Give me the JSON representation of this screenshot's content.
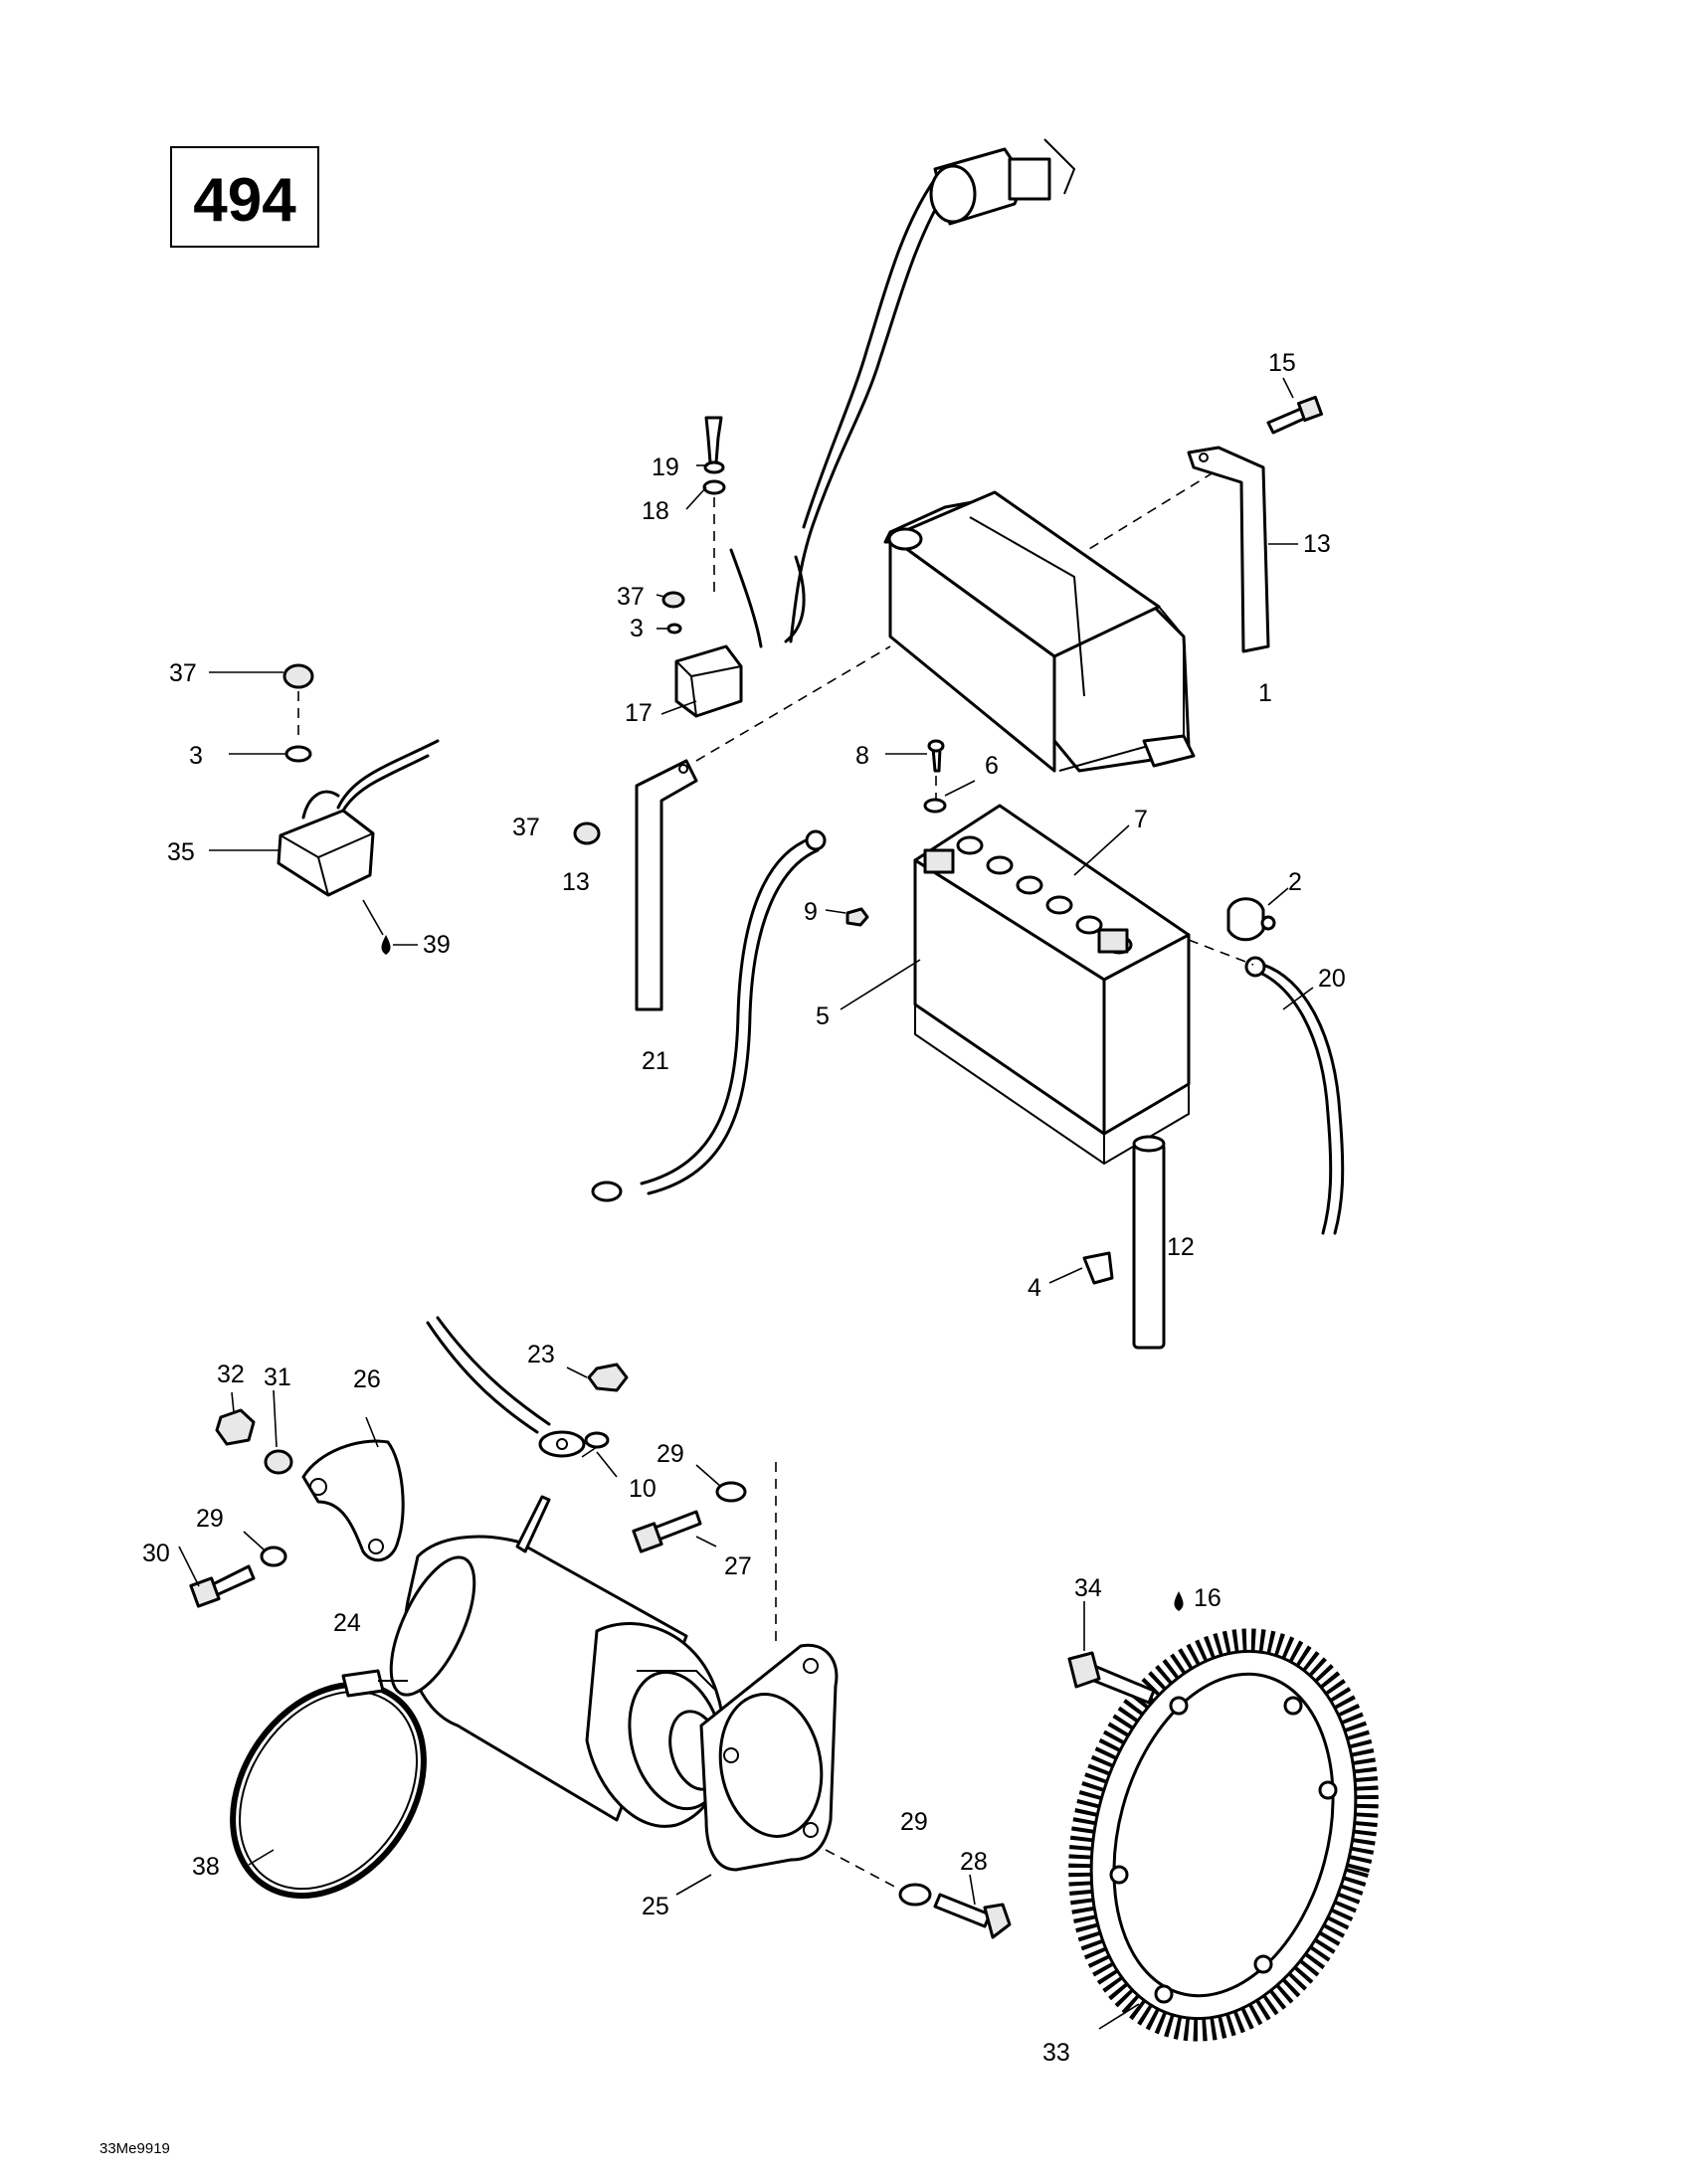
{
  "page_number": "494",
  "drawing_code": "33Me9919",
  "callouts": [
    {
      "id": "c1",
      "text": "1"
    },
    {
      "id": "c2",
      "text": "2"
    },
    {
      "id": "c3a",
      "text": "3"
    },
    {
      "id": "c3b",
      "text": "3"
    },
    {
      "id": "c4",
      "text": "4"
    },
    {
      "id": "c5",
      "text": "5"
    },
    {
      "id": "c6",
      "text": "6"
    },
    {
      "id": "c7",
      "text": "7"
    },
    {
      "id": "c8",
      "text": "8"
    },
    {
      "id": "c9",
      "text": "9"
    },
    {
      "id": "c10",
      "text": "10"
    },
    {
      "id": "c12",
      "text": "12"
    },
    {
      "id": "c13a",
      "text": "13"
    },
    {
      "id": "c13b",
      "text": "13"
    },
    {
      "id": "c15",
      "text": "15"
    },
    {
      "id": "c16",
      "text": "16"
    },
    {
      "id": "c17",
      "text": "17"
    },
    {
      "id": "c18",
      "text": "18"
    },
    {
      "id": "c19",
      "text": "19"
    },
    {
      "id": "c20",
      "text": "20"
    },
    {
      "id": "c21",
      "text": "21"
    },
    {
      "id": "c23",
      "text": "23"
    },
    {
      "id": "c24",
      "text": "24"
    },
    {
      "id": "c25",
      "text": "25"
    },
    {
      "id": "c26",
      "text": "26"
    },
    {
      "id": "c27",
      "text": "27"
    },
    {
      "id": "c28",
      "text": "28"
    },
    {
      "id": "c29a",
      "text": "29"
    },
    {
      "id": "c29b",
      "text": "29"
    },
    {
      "id": "c29c",
      "text": "29"
    },
    {
      "id": "c30",
      "text": "30"
    },
    {
      "id": "c31",
      "text": "31"
    },
    {
      "id": "c32",
      "text": "32"
    },
    {
      "id": "c33",
      "text": "33"
    },
    {
      "id": "c34",
      "text": "34"
    },
    {
      "id": "c35",
      "text": "35"
    },
    {
      "id": "c37a",
      "text": "37"
    },
    {
      "id": "c37b",
      "text": "37"
    },
    {
      "id": "c37c",
      "text": "37"
    },
    {
      "id": "c38",
      "text": "38"
    },
    {
      "id": "c39",
      "text": "39"
    }
  ]
}
